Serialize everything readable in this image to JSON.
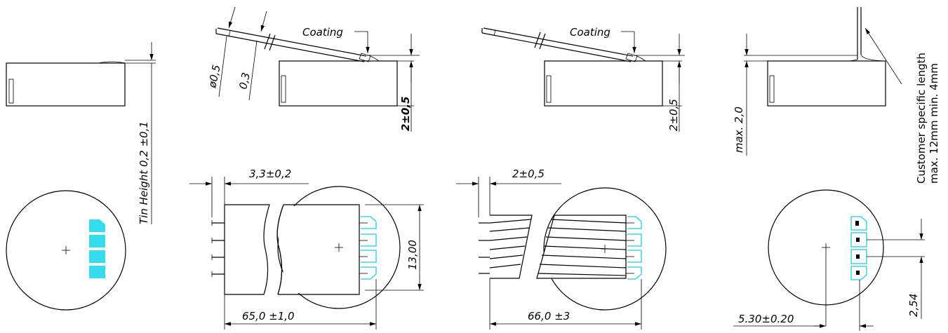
{
  "labels": {
    "tin_height": "Tin Height 0,2 ±0,1",
    "diameter_wire": "ø0,5",
    "wire_03": "0,3",
    "coating_2": "Coating",
    "height_2": "2±0,5",
    "coating_3": "Coating",
    "height_3": "2±0,5",
    "max_2": "max. 2,0",
    "customer_line1": "Customer specific length",
    "customer_line2": "max. 12mm min. 4mm",
    "dim_3_3": "3,3±0,2",
    "dim_13": "13,00",
    "dim_65": "65,0 ±1,0",
    "dim_2_05": "2±0,5",
    "dim_66": "66,0 ±3",
    "dim_254": "2,54",
    "dim_530": "5.30±0.20"
  },
  "colors": {
    "pad": "#33ddee",
    "line": "#000000"
  }
}
